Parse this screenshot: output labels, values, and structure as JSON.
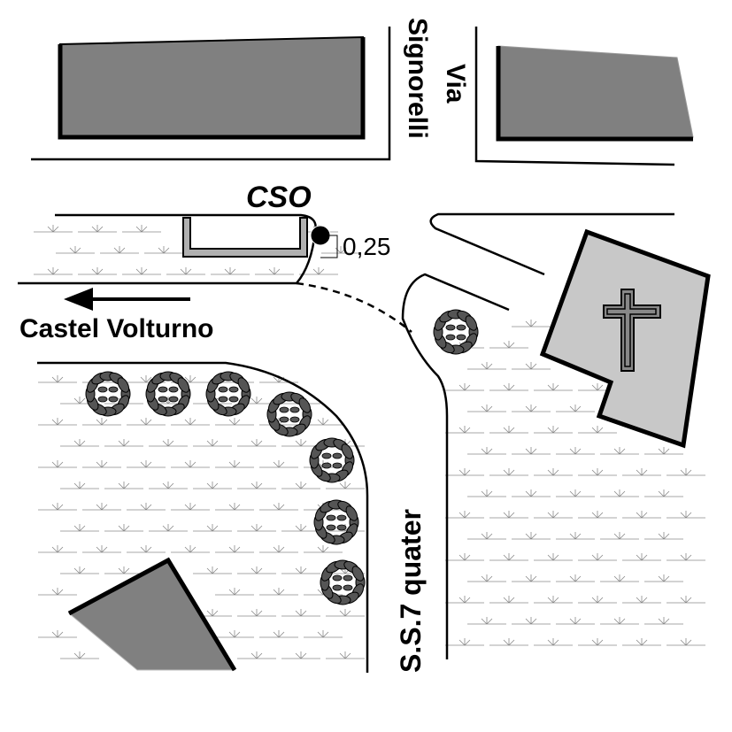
{
  "labels": {
    "street_via": "Via",
    "street_signorelli": "Signorelli",
    "cso": "CSO",
    "dimension": "0,25",
    "direction": "Castel Volturno",
    "highway": "S.S.7 quater"
  },
  "colors": {
    "building": "#808080",
    "church": "#c8c8c8",
    "grass": "#8a8a8a",
    "bush": "#555555",
    "cso_wall": "#b0b0b0"
  },
  "icons": [
    "cross-icon",
    "arrow-left-icon",
    "outfall-point-icon",
    "bush-icon",
    "grass-icon"
  ]
}
